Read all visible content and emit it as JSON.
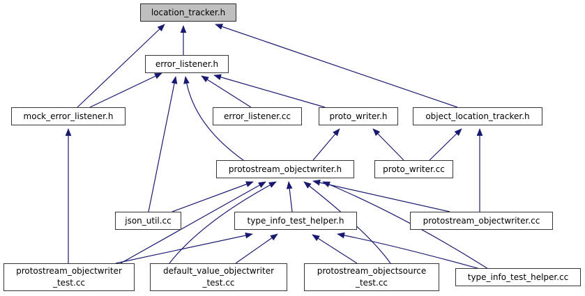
{
  "diagram": {
    "kind": "include-dependency-graph",
    "root_node": "location_tracker.h",
    "colors": {
      "edge": "#191970",
      "root_fill": "#bfbfbf",
      "node_fill": "#ffffff",
      "node_border": "#353535"
    },
    "nodes": [
      {
        "id": "location_tracker.h",
        "label": "location_tracker.h"
      },
      {
        "id": "error_listener.h",
        "label": "error_listener.h"
      },
      {
        "id": "mock_error_listener.h",
        "label": "mock_error_listener.h"
      },
      {
        "id": "error_listener.cc",
        "label": "error_listener.cc"
      },
      {
        "id": "proto_writer.h",
        "label": "proto_writer.h"
      },
      {
        "id": "object_location_tracker.h",
        "label": "object_location_tracker.h"
      },
      {
        "id": "protostream_objectwriter.h",
        "label": "protostream_objectwriter.h"
      },
      {
        "id": "proto_writer.cc",
        "label": "proto_writer.cc"
      },
      {
        "id": "json_util.cc",
        "label": "json_util.cc"
      },
      {
        "id": "type_info_test_helper.h",
        "label": "type_info_test_helper.h"
      },
      {
        "id": "protostream_objectwriter.cc",
        "label": "protostream_objectwriter.cc"
      },
      {
        "id": "protostream_objectwriter_test.cc",
        "label": "protostream_objectwriter\n_test.cc"
      },
      {
        "id": "default_value_objectwriter_test.cc",
        "label": "default_value_objectwriter\n_test.cc"
      },
      {
        "id": "protostream_objectsource_test.cc",
        "label": "protostream_objectsource\n_test.cc"
      },
      {
        "id": "type_info_test_helper.cc",
        "label": "type_info_test_helper.cc"
      }
    ],
    "edges": [
      {
        "from": "error_listener.h",
        "to": "location_tracker.h"
      },
      {
        "from": "mock_error_listener.h",
        "to": "location_tracker.h"
      },
      {
        "from": "object_location_tracker.h",
        "to": "location_tracker.h"
      },
      {
        "from": "mock_error_listener.h",
        "to": "error_listener.h"
      },
      {
        "from": "json_util.cc",
        "to": "error_listener.h"
      },
      {
        "from": "protostream_objectwriter.h",
        "to": "error_listener.h"
      },
      {
        "from": "error_listener.cc",
        "to": "error_listener.h"
      },
      {
        "from": "proto_writer.h",
        "to": "error_listener.h"
      },
      {
        "from": "protostream_objectwriter.h",
        "to": "proto_writer.h"
      },
      {
        "from": "proto_writer.cc",
        "to": "proto_writer.h"
      },
      {
        "from": "proto_writer.cc",
        "to": "object_location_tracker.h"
      },
      {
        "from": "protostream_objectwriter.cc",
        "to": "object_location_tracker.h"
      },
      {
        "from": "json_util.cc",
        "to": "protostream_objectwriter.h"
      },
      {
        "from": "protostream_objectwriter_test.cc",
        "to": "protostream_objectwriter.h"
      },
      {
        "from": "default_value_objectwriter_test.cc",
        "to": "protostream_objectwriter.h"
      },
      {
        "from": "type_info_test_helper.h",
        "to": "protostream_objectwriter.h"
      },
      {
        "from": "protostream_objectsource_test.cc",
        "to": "protostream_objectwriter.h"
      },
      {
        "from": "protostream_objectwriter.cc",
        "to": "protostream_objectwriter.h"
      },
      {
        "from": "type_info_test_helper.cc",
        "to": "protostream_objectwriter.h"
      },
      {
        "from": "protostream_objectwriter_test.cc",
        "to": "mock_error_listener.h"
      },
      {
        "from": "protostream_objectwriter_test.cc",
        "to": "type_info_test_helper.h"
      },
      {
        "from": "default_value_objectwriter_test.cc",
        "to": "type_info_test_helper.h"
      },
      {
        "from": "protostream_objectsource_test.cc",
        "to": "type_info_test_helper.h"
      },
      {
        "from": "type_info_test_helper.cc",
        "to": "type_info_test_helper.h"
      }
    ]
  }
}
